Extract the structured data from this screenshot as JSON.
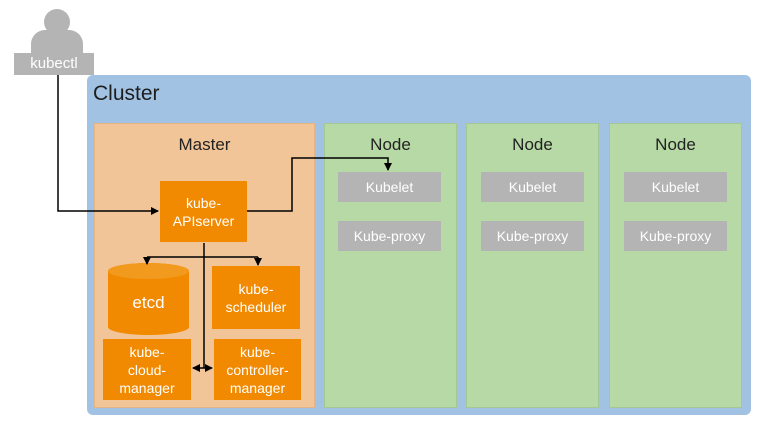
{
  "kubectl": {
    "label": "kubectl"
  },
  "cluster": {
    "title": "Cluster"
  },
  "master": {
    "title": "Master",
    "apiserver": [
      "kube-",
      "APIserver"
    ],
    "etcd": "etcd",
    "scheduler": [
      "kube-",
      "scheduler"
    ],
    "cloud_manager": [
      "kube-",
      "cloud-",
      "manager"
    ],
    "controller_manager": [
      "kube-",
      "controller-",
      "manager"
    ]
  },
  "nodes": [
    {
      "title": "Node",
      "kubelet": "Kubelet",
      "proxy": "Kube-proxy"
    },
    {
      "title": "Node",
      "kubelet": "Kubelet",
      "proxy": "Kube-proxy"
    },
    {
      "title": "Node",
      "kubelet": "Kubelet",
      "proxy": "Kube-proxy"
    }
  ],
  "colors": {
    "cluster_bg": "#a1c2e3",
    "master_bg": "#f2c598",
    "component_orange": "#f18a00",
    "node_bg": "#b7d9a5",
    "node_component_gray": "#b4b4b4"
  }
}
